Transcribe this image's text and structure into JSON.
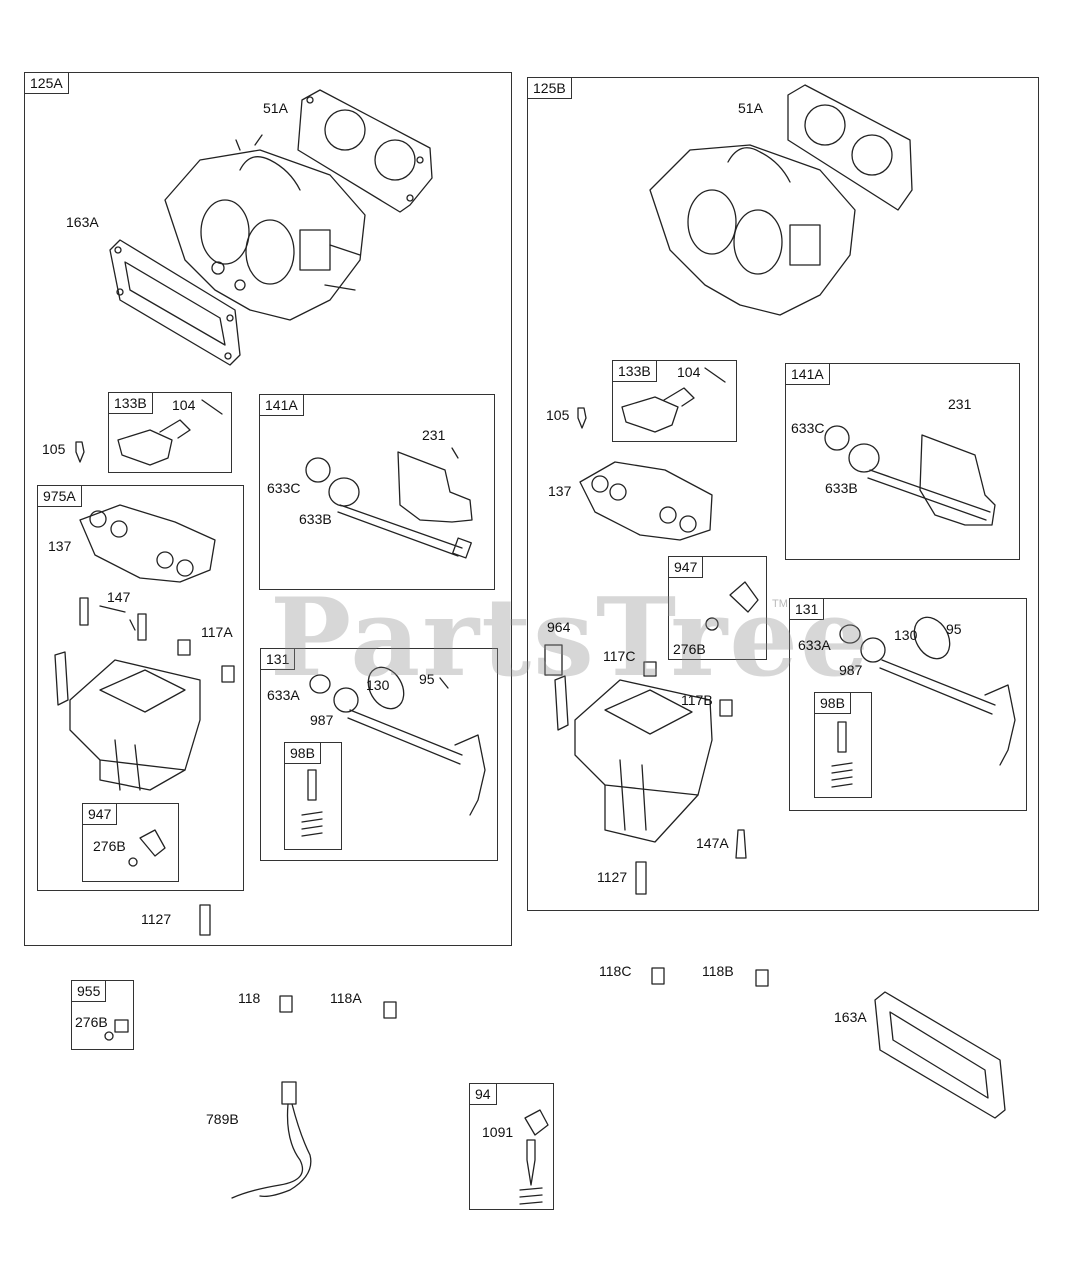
{
  "watermark": {
    "text": "PartsTree",
    "tm": "TM"
  },
  "groups": {
    "g125A": "125A",
    "g125B": "125B",
    "g133B_l": "133B",
    "g141A_l": "141A",
    "g975A": "975A",
    "g131_l": "131",
    "g98B_l": "98B",
    "g947_l": "947",
    "g133B_r": "133B",
    "g141A_r": "141A",
    "g947_r": "947",
    "g131_r": "131",
    "g98B_r": "98B",
    "g955": "955",
    "g94": "94"
  },
  "labels": {
    "l_51A": "51A",
    "l_163A": "163A",
    "l_104": "104",
    "l_105": "105",
    "l_231": "231",
    "l_633C": "633C",
    "l_633B": "633B",
    "l_137": "137",
    "l_147": "147",
    "l_117A": "117A",
    "l_633A": "633A",
    "l_130": "130",
    "l_95": "95",
    "l_987": "987",
    "l_276B": "276B",
    "l_1127": "1127",
    "r_51A": "51A",
    "r_104": "104",
    "r_105": "105",
    "r_231": "231",
    "r_633C": "633C",
    "r_633B": "633B",
    "r_137": "137",
    "r_276B": "276B",
    "r_964": "964",
    "r_117C": "117C",
    "r_633A": "633A",
    "r_130": "130",
    "r_95": "95",
    "r_987": "987",
    "r_117B": "117B",
    "r_147A": "147A",
    "r_1127": "1127",
    "b_276B": "276B",
    "b_118": "118",
    "b_118A": "118A",
    "b_118C": "118C",
    "b_118B": "118B",
    "b_163A": "163A",
    "b_789B": "789B",
    "b_1091": "1091"
  }
}
